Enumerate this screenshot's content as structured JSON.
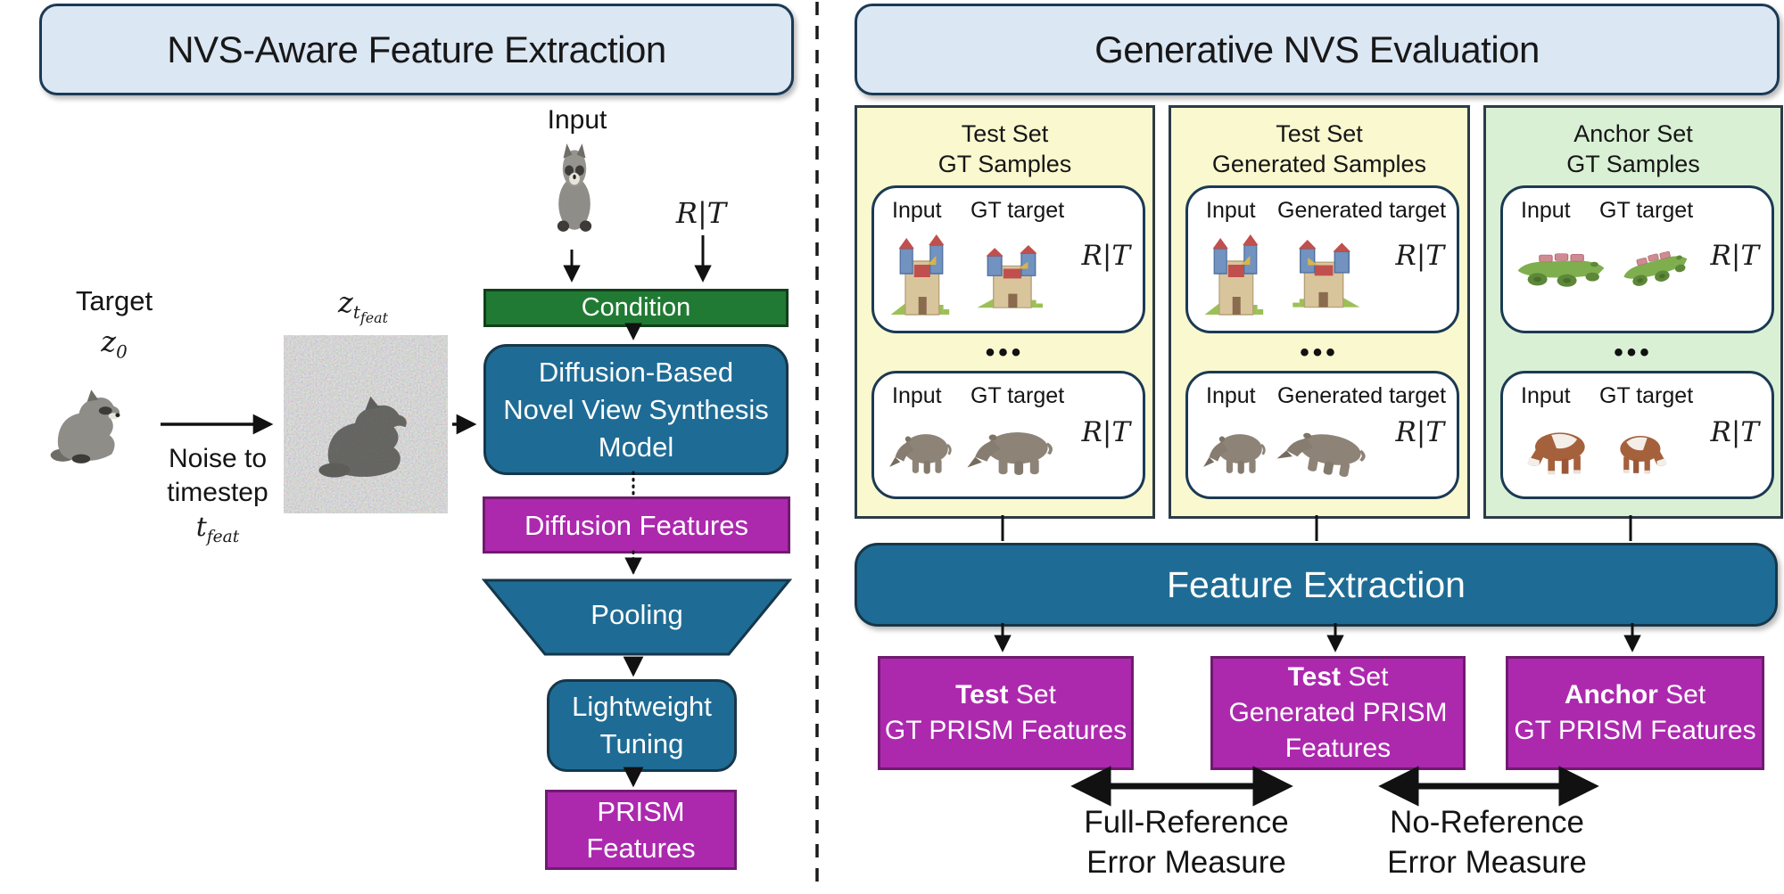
{
  "colors": {
    "panel_blue": "#dce7f4",
    "border_navy": "#1b3a54",
    "teal": "#1e6c95",
    "teal_border": "#16374a",
    "green": "#217a33",
    "green_border": "#123f1c",
    "magenta": "#ac29ae",
    "magenta_border": "#701b70",
    "yellow": "#faf8cf",
    "light_green": "#d9f0d4",
    "panel_border": "#2c3b46",
    "ink": "#111111"
  },
  "left": {
    "title": "NVS-Aware Feature Extraction",
    "input_label": "Input",
    "rt": "R|T",
    "target_label": "Target",
    "z0_base": "z",
    "z0_sub": "0",
    "zt_base": "z",
    "zt_sub_base": "t",
    "zt_sub_sub": "feat",
    "noise_line1": "Noise to",
    "noise_line2": "timestep",
    "tfeat_base": "t",
    "tfeat_sub": "feat",
    "condition_label": "Condition",
    "model_line1": "Diffusion-Based",
    "model_line2": "Novel View Synthesis",
    "model_line3": "Model",
    "diffusion_features_label": "Diffusion Features",
    "pooling_label": "Pooling",
    "tuning_line1": "Lightweight",
    "tuning_line2": "Tuning",
    "prism_line1": "PRISM",
    "prism_line2": "Features"
  },
  "right": {
    "title": "Generative NVS Evaluation",
    "feature_extraction_label": "Feature Extraction",
    "panels": [
      {
        "title_line1": "Test Set",
        "title_line2": "GT Samples",
        "dots": "•••",
        "cards": [
          {
            "input_label": "Input",
            "target_label": "GT target",
            "rt": "R|T"
          },
          {
            "input_label": "Input",
            "target_label": "GT target",
            "rt": "R|T"
          }
        ]
      },
      {
        "title_line1": "Test Set",
        "title_line2": "Generated Samples",
        "dots": "•••",
        "cards": [
          {
            "input_label": "Input",
            "target_label": "Generated target",
            "rt": "R|T"
          },
          {
            "input_label": "Input",
            "target_label": "Generated target",
            "rt": "R|T"
          }
        ]
      },
      {
        "title_line1": "Anchor Set",
        "title_line2": "GT Samples",
        "dots": "•••",
        "cards": [
          {
            "input_label": "Input",
            "target_label": "GT target",
            "rt": "R|T"
          },
          {
            "input_label": "Input",
            "target_label": "GT target",
            "rt": "R|T"
          }
        ]
      }
    ],
    "result_boxes": [
      {
        "bold": "Test",
        "rest": " Set",
        "line2": "GT PRISM Features",
        "line3": ""
      },
      {
        "bold": "Test",
        "rest": " Set",
        "line2": "Generated PRISM",
        "line3": "Features"
      },
      {
        "bold": "Anchor",
        "rest": " Set",
        "line2": "GT PRISM Features",
        "line3": ""
      }
    ],
    "measures": [
      {
        "line1": "Full-Reference",
        "line2": "Error Measure"
      },
      {
        "line1": "No-Reference",
        "line2": "Error Measure"
      }
    ]
  }
}
